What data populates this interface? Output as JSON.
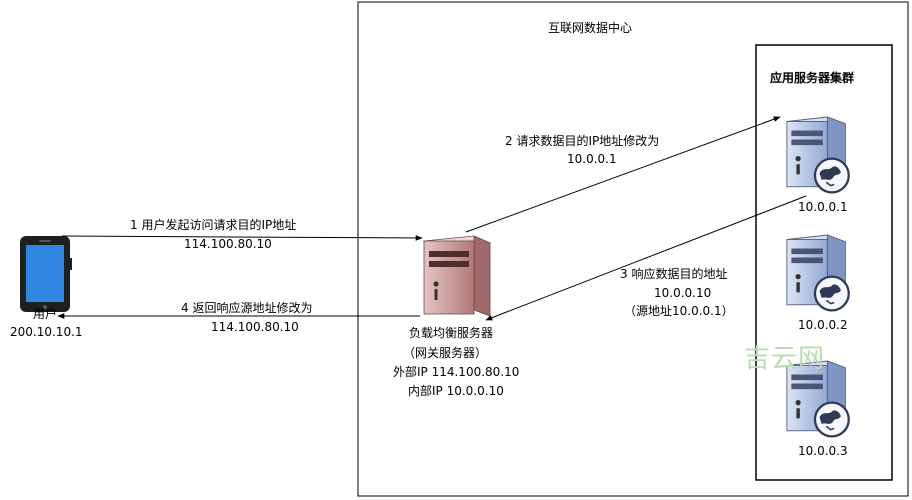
{
  "datacenter": {
    "title": "互联网数据中心"
  },
  "cluster": {
    "title": "应用服务器集群"
  },
  "user": {
    "label": "用户",
    "ip": "200.10.10.1"
  },
  "load_balancer": {
    "name": "负载均衡服务器",
    "role": "（网关服务器）",
    "external_ip": "外部IP 114.100.80.10",
    "internal_ip": "内部IP 10.0.0.10"
  },
  "servers": [
    {
      "ip": "10.0.0.1"
    },
    {
      "ip": "10.0.0.2"
    },
    {
      "ip": "10.0.0.3"
    }
  ],
  "steps": [
    {
      "line1": "1 用户发起访问请求目的IP地址",
      "line2": "114.100.80.10"
    },
    {
      "line1": "2 请求数据目的IP地址修改为",
      "line2": "10.0.0.1"
    },
    {
      "line1": "3 响应数据目的地址",
      "line2": "10.0.0.10",
      "line3": "（源地址10.0.0.1）"
    },
    {
      "line1": "4 返回响应源地址修改为",
      "line2": "114.100.80.10"
    }
  ],
  "watermark": "吉云网",
  "colors": {
    "server_blue": "#aebfe3",
    "server_red": "#c89393",
    "phone_screen": "#2f86e0"
  }
}
